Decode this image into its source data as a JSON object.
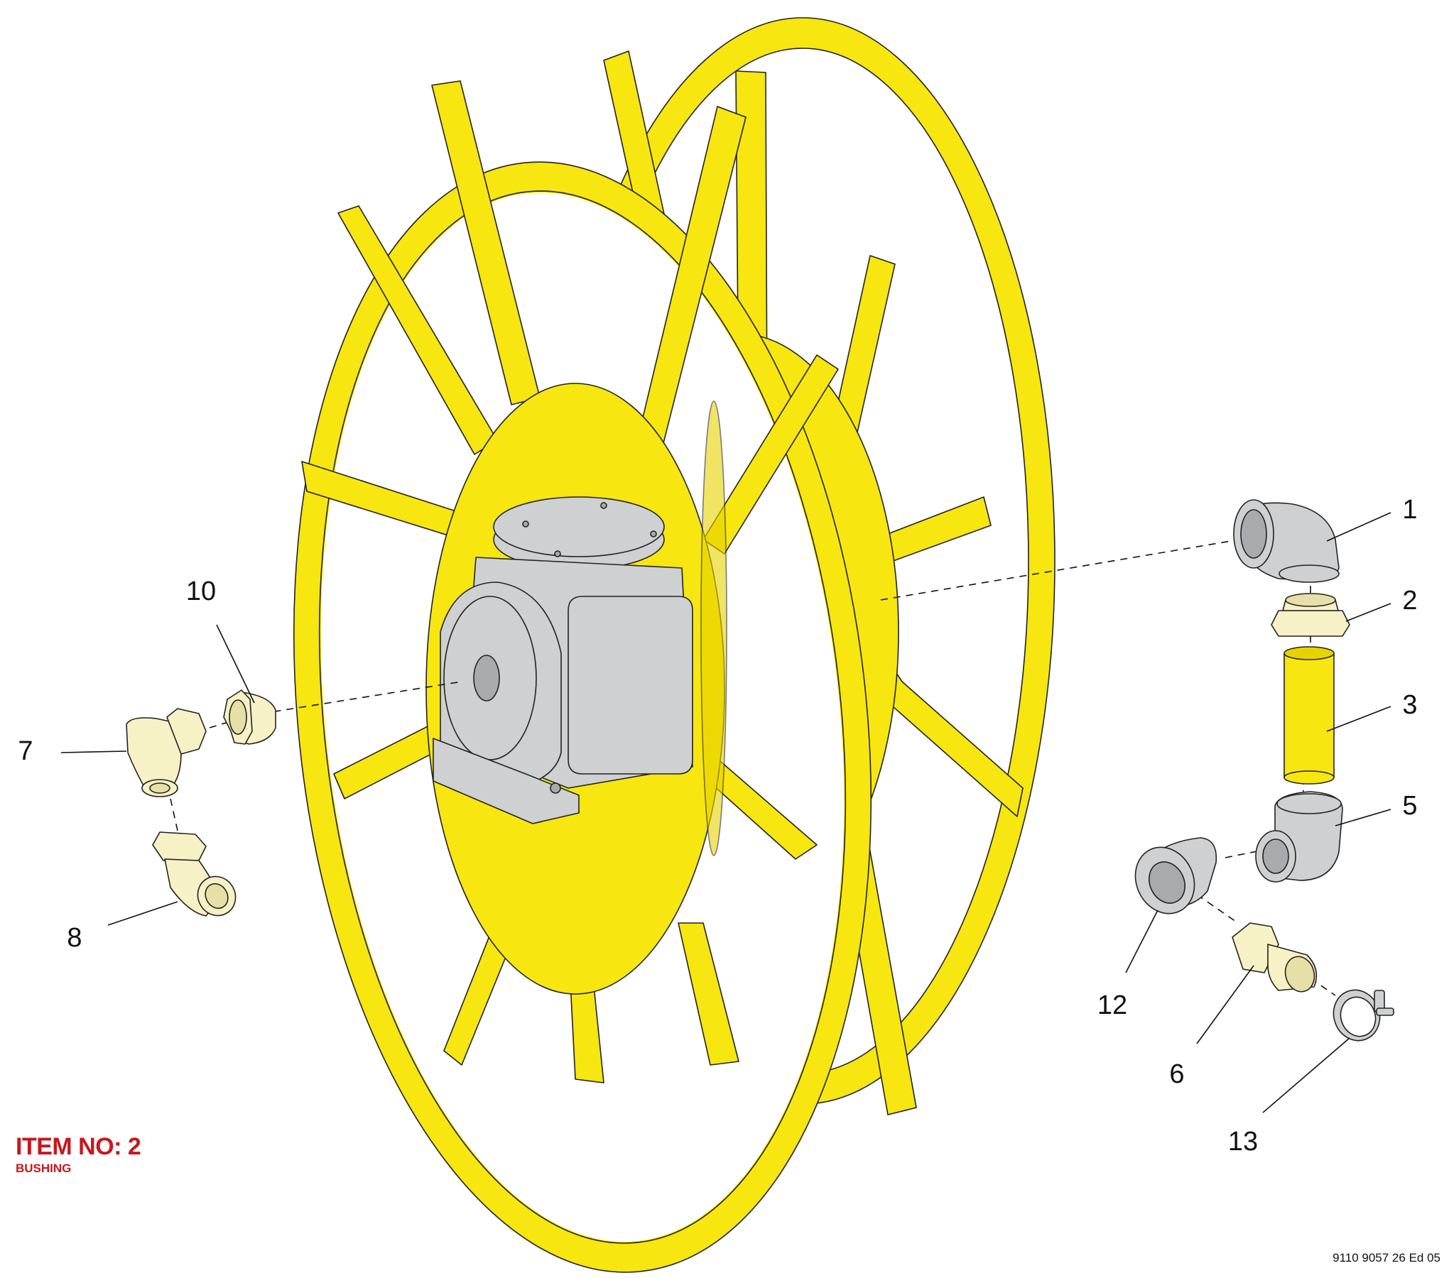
{
  "item_info": {
    "title": "ITEM NO: 2",
    "description": "BUSHING"
  },
  "document_number": "9110 9057 26 Ed 05",
  "callouts": [
    {
      "id": "callout-1",
      "label": "1"
    },
    {
      "id": "callout-2",
      "label": "2"
    },
    {
      "id": "callout-3",
      "label": "3"
    },
    {
      "id": "callout-5",
      "label": "5"
    },
    {
      "id": "callout-6",
      "label": "6"
    },
    {
      "id": "callout-7",
      "label": "7"
    },
    {
      "id": "callout-8",
      "label": "8"
    },
    {
      "id": "callout-10",
      "label": "10"
    },
    {
      "id": "callout-12",
      "label": "12"
    },
    {
      "id": "callout-13",
      "label": "13"
    }
  ],
  "colors": {
    "reel": "#f7e60f",
    "gearbox": "#cfd0d2",
    "fittings_cream": "#f7f1c6",
    "highlight_text": "#c8171d"
  }
}
